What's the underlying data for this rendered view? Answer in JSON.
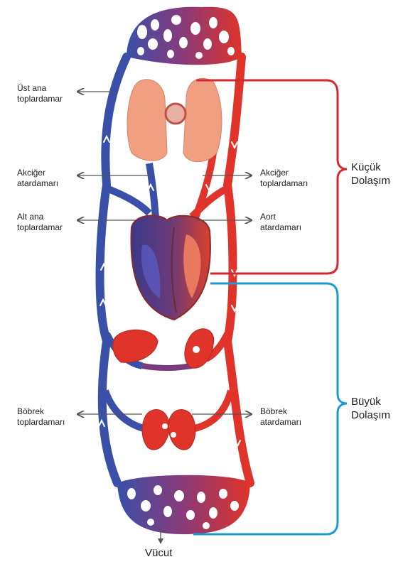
{
  "labels_left": [
    {
      "id": "ust-ana",
      "lines": [
        "Üst ana",
        "toplardamar"
      ]
    },
    {
      "id": "akciger-atar",
      "lines": [
        "Akciğer",
        "atardamarı"
      ]
    },
    {
      "id": "alt-ana",
      "lines": [
        "Alt ana",
        "toplardamar"
      ]
    },
    {
      "id": "bobrek-toplar",
      "lines": [
        "Böbrek",
        "toplardamarı"
      ]
    }
  ],
  "labels_right": [
    {
      "id": "akciger-toplar",
      "lines": [
        "Akciğer",
        "toplardamarı"
      ]
    },
    {
      "id": "aort",
      "lines": [
        "Aort",
        "atardamarı"
      ]
    },
    {
      "id": "bobrek-atar",
      "lines": [
        "Böbrek",
        "atardamarı"
      ]
    }
  ],
  "circulations": {
    "small": {
      "lines": [
        "Küçük",
        "Dolaşım"
      ],
      "color": "#d9232e"
    },
    "large": {
      "lines": [
        "Büyük",
        "Dolaşım"
      ],
      "color": "#1a9ad6"
    }
  },
  "bottom_label": "Vücut",
  "colors": {
    "artery": "#e0332a",
    "vein": "#3a4fa8",
    "organ": "#f0a080",
    "heart": "#c43a2a"
  }
}
